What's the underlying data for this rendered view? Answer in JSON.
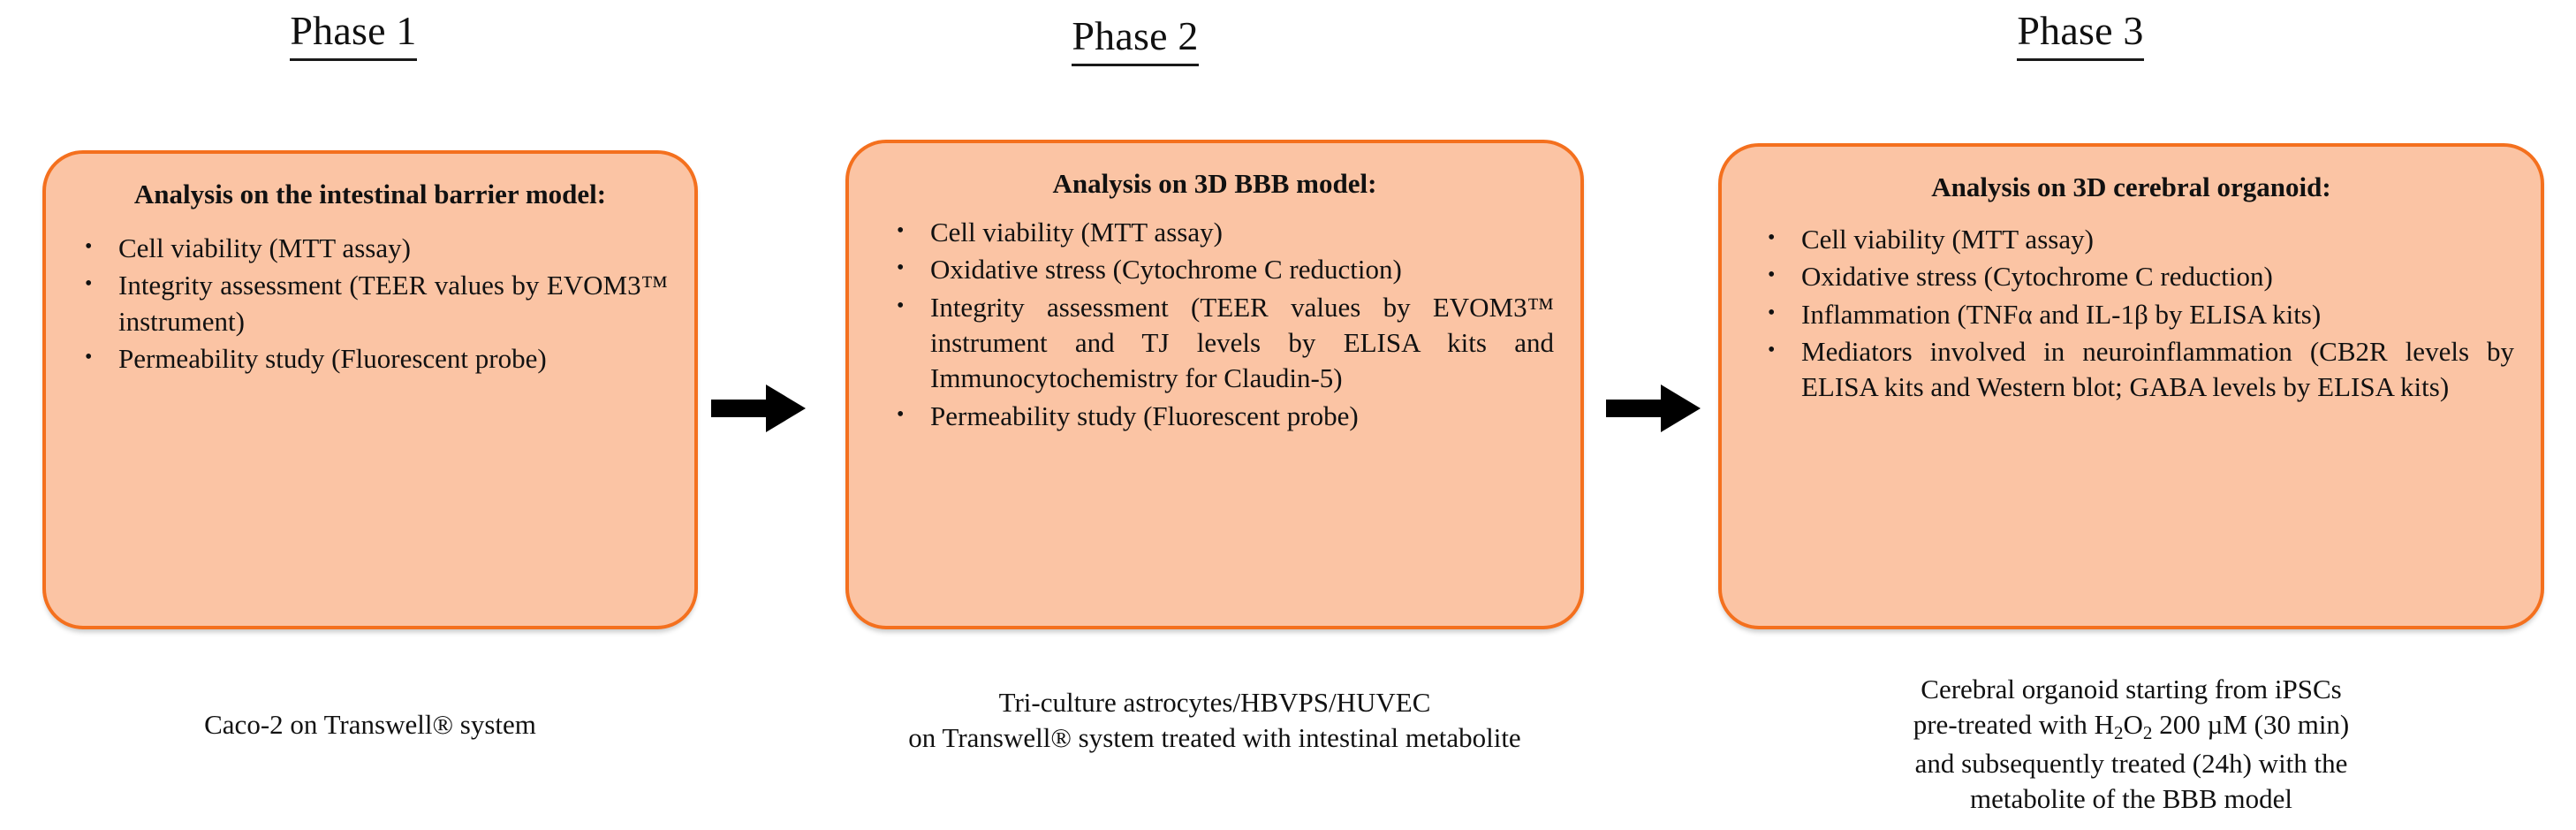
{
  "diagram": {
    "title_prefix": "Phase",
    "colors": {
      "box_fill": "#FBC4A4",
      "box_border": "#F4701E",
      "text": "#111111",
      "arrow": "#000000",
      "background": "#FFFFFF"
    }
  },
  "phases": [
    {
      "heading": "Phase 1",
      "box_title": "Analysis on the intestinal barrier model:",
      "bullets": [
        "Cell viability (MTT assay)",
        "Integrity assessment (TEER values by EVOM3™ instrument)",
        "Permeability study (Fluorescent probe)"
      ],
      "caption": "Caco-2 on Transwell® system"
    },
    {
      "heading": "Phase 2",
      "box_title": "Analysis on 3D BBB model:",
      "bullets": [
        "Cell viability (MTT assay)",
        "Oxidative stress (Cytochrome C reduction)",
        "Integrity assessment (TEER values by EVOM3™ instrument and TJ levels by ELISA kits and Immunocytochemistry for Claudin-5)",
        "Permeability study (Fluorescent probe)"
      ],
      "caption_line1": "Tri-culture astrocytes/HBVPS/HUVEC",
      "caption_line2": "on Transwell® system treated with intestinal metabolite"
    },
    {
      "heading": "Phase 3",
      "box_title": "Analysis on 3D cerebral organoid:",
      "bullets": [
        "Cell viability (MTT assay)",
        "Oxidative stress (Cytochrome C reduction)",
        "Inflammation (TNFα and IL-1β by ELISA kits)",
        "Mediators involved in neuroinflammation (CB2R levels by ELISA kits and Western blot; GABA levels by ELISA kits)"
      ],
      "caption_line1": "Cerebral organoid starting from iPSCs",
      "caption_line2_a": "pre-treated with H",
      "caption_line2_sub1": "2",
      "caption_line2_b": "O",
      "caption_line2_sub2": "2",
      "caption_line2_c": " 200 µM (30 min)",
      "caption_line3": "and subsequently treated (24h) with the",
      "caption_line4": "metabolite of the BBB model"
    }
  ],
  "arrows": [
    {
      "name": "arrow-phase1-to-phase2",
      "direction": "right"
    },
    {
      "name": "arrow-phase2-to-phase3",
      "direction": "right"
    }
  ]
}
